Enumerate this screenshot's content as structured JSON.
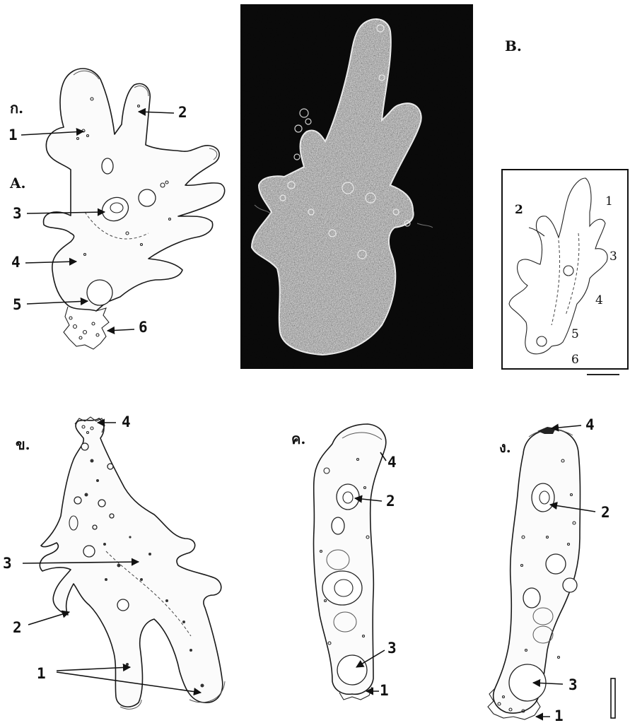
{
  "panel_letters": {
    "top_left_thai": "ก.",
    "top_left_latin": "A.",
    "photo": "B.",
    "bottom_left": "ข.",
    "bottom_middle": "ค.",
    "bottom_right": "ง."
  },
  "drawing_A_labels": [
    "1",
    "2",
    "3",
    "4",
    "5",
    "6"
  ],
  "sketch_labels": [
    "1",
    "2",
    "3",
    "4",
    "5",
    "6"
  ],
  "drawing_B_labels": [
    "1",
    "2",
    "3",
    "4"
  ],
  "drawing_C_labels": [
    "1",
    "2",
    "3",
    "4"
  ],
  "drawing_D_labels": [
    "1",
    "2",
    "3",
    "4"
  ]
}
